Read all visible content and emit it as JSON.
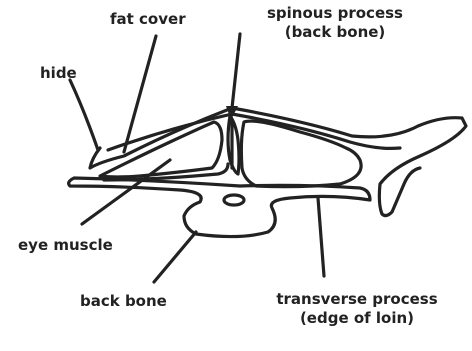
{
  "labels": {
    "fat_cover": "fat cover",
    "spinous_line1": "spinous process",
    "spinous_line2": "(back bone)",
    "hide": "hide",
    "eye_muscle": "eye muscle",
    "back_bone": "back bone",
    "transverse_line1": "transverse process",
    "transverse_line2": "(edge of loin)"
  },
  "colors": {
    "ink": "#222222",
    "background": "#ffffff"
  }
}
